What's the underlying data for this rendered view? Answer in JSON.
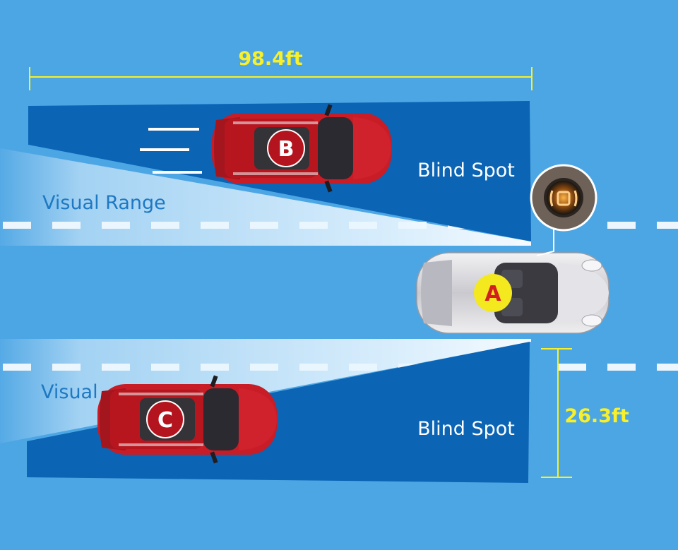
{
  "dimensions": {
    "length": "98.4ft",
    "width": "26.3ft"
  },
  "zones": {
    "upper_blind_spot": "Blind Spot",
    "lower_blind_spot": "Blind Spot",
    "upper_visual_range": "Visual Range",
    "lower_visual_range": "Visual"
  },
  "cars": {
    "a": {
      "label": "A",
      "color": "#d8d8dc",
      "badge_color": "#f4e81e",
      "badge_text_color": "#d22020"
    },
    "b": {
      "label": "B",
      "color": "#d1202a",
      "badge_color": "#b4141e",
      "badge_text_color": "#ffffff"
    },
    "c": {
      "label": "C",
      "color": "#d1202a",
      "badge_color": "#b4141e",
      "badge_text_color": "#ffffff"
    }
  },
  "colors": {
    "background": "#4da6e4",
    "blind_zone": "#0b64b4",
    "visual_beam": "#e6f4ff",
    "dimension_line": "#f7f02a",
    "lane_marking": "#ffffff"
  },
  "icons": {
    "sensor": "blind-spot-warning-indicator-icon"
  }
}
